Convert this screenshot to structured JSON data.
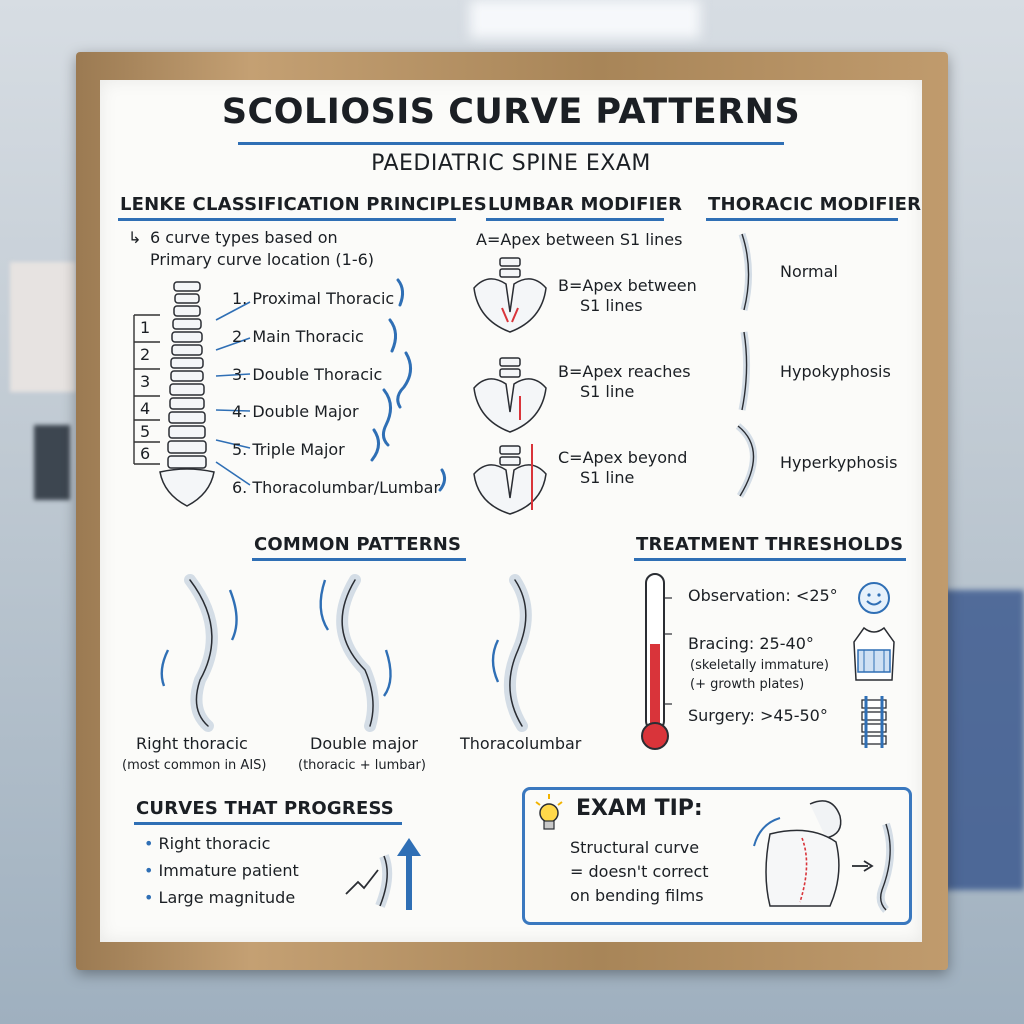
{
  "title": "SCOLIOSIS CURVE PATTERNS",
  "subtitle": "PAEDIATRIC SPINE EXAM",
  "lenke": {
    "heading": "LENKE CLASSIFICATION PRINCIPLES",
    "note_line1": "6 curve types based on",
    "note_line2": "Primary curve location (1-6)",
    "numbers": [
      "1",
      "2",
      "3",
      "4",
      "5",
      "6"
    ],
    "types": [
      "1. Proximal Thoracic",
      "2. Main Thoracic",
      "3. Double Thoracic",
      "4. Double Major",
      "5. Triple Major",
      "6. Thoracolumbar/Lumbar"
    ]
  },
  "lumbar_modifier": {
    "heading": "LUMBAR MODIFIER",
    "a": "A=Apex between S1 lines",
    "b1_line1": "B=Apex between",
    "b1_line2": "S1 lines",
    "b2_line1": "B=Apex reaches",
    "b2_line2": "S1 line",
    "c_line1": "C=Apex beyond",
    "c_line2": "S1 line"
  },
  "thoracic_modifier": {
    "heading": "THORACIC MODIFIER",
    "items": [
      "Normal",
      "Hypokyphosis",
      "Hyperkyphosis"
    ]
  },
  "common_patterns": {
    "heading": "COMMON PATTERNS",
    "p1_name": "Right thoracic",
    "p1_note": "(most common in AIS)",
    "p2_name": "Double major",
    "p2_note": "(thoracic + lumbar)",
    "p3_name": "Thoracolumbar"
  },
  "treatment": {
    "heading": "TREATMENT THRESHOLDS",
    "observation": "Observation: <25°",
    "bracing": "Bracing: 25-40°",
    "bracing_note1": "(skeletally immature)",
    "bracing_note2": "(+ growth plates)",
    "surgery": "Surgery: >45-50°"
  },
  "progress": {
    "heading": "CURVES THAT PROGRESS",
    "items": [
      "Right thoracic",
      "Immature patient",
      "Large magnitude"
    ]
  },
  "exam_tip": {
    "heading": "EXAM TIP:",
    "line1": "Structural curve",
    "line2": "= doesn't correct",
    "line3": "on bending films"
  },
  "colors": {
    "accent": "#2f6fb5",
    "alert": "#d9343a",
    "frame": "#b18d60"
  },
  "icons": [
    "lightbulb-icon",
    "smiley-icon",
    "thermometer-icon",
    "brace-icon",
    "rods-icon",
    "arrow-up-icon"
  ]
}
